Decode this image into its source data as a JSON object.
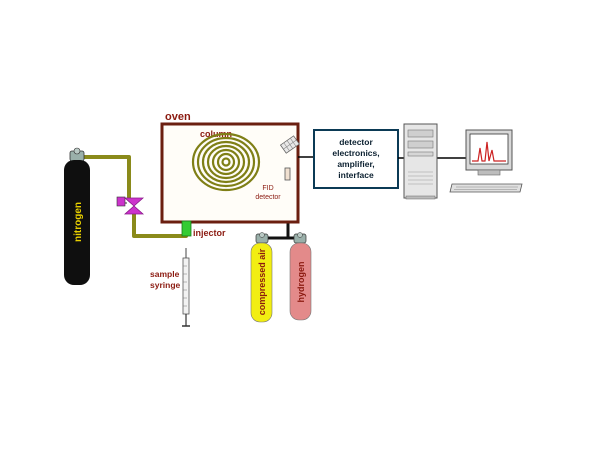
{
  "labels": {
    "oven": "oven",
    "column": "column",
    "fid_line1": "FID",
    "fid_line2": "detector",
    "injector": "injector",
    "sample_line1": "sample",
    "sample_line2": "syringe",
    "nitrogen": "nitrogen",
    "compressed_air": "compressed air",
    "hydrogen": "hydrogen",
    "electronics_line1": "detector",
    "electronics_line2": "electronics,",
    "electronics_line3": "amplifier,",
    "electronics_line4": "interface"
  },
  "colors": {
    "oven_border": "#6b1f10",
    "label_red": "#8b1a10",
    "gas_line": "#8a8a1a",
    "column_coil": "#7f7f16",
    "nitrogen_tank": "#0f0f0f",
    "nitrogen_text": "#e8d000",
    "air_tank": "#f2ee12",
    "hydrogen_tank": "#e38a8a",
    "valve": "#cc33cc",
    "injector": "#33cc33",
    "chromatogram_peak": "#cc2222",
    "electronics_border": "#0b3a55",
    "cylinder_cap": "#9ab0aa"
  }
}
